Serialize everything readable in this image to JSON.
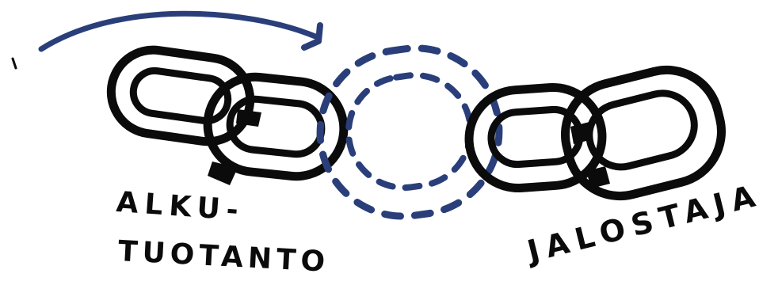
{
  "diagram": {
    "labels": {
      "left_line1": "ALKU-",
      "left_line2": "TUOTANTO",
      "right": "JALOSTAJA"
    },
    "colors": {
      "ink": "#0b0b0b",
      "accent": "#2a3f7a",
      "background": "#ffffff"
    }
  }
}
